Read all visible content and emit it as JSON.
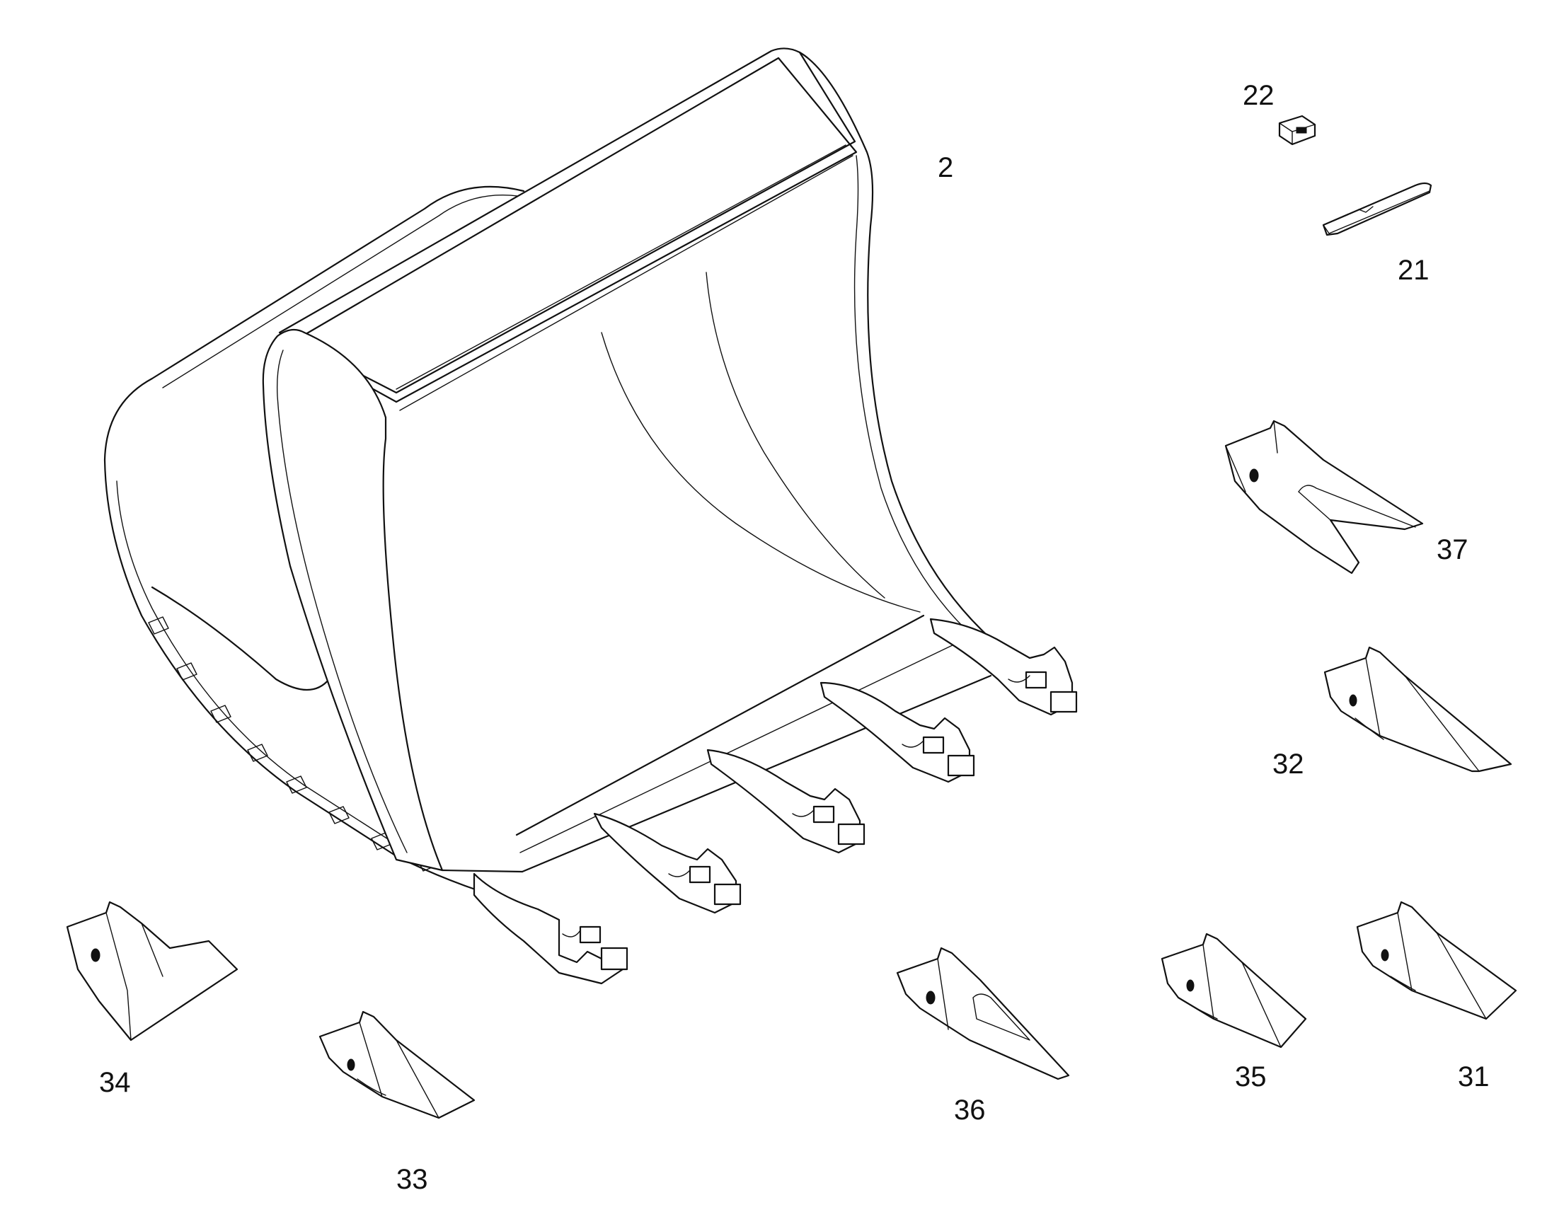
{
  "diagram": {
    "labels": {
      "bucket": "2",
      "part_21": "21",
      "part_22": "22",
      "part_31": "31",
      "part_32": "32",
      "part_33": "33",
      "part_34": "34",
      "part_35": "35",
      "part_36": "36",
      "part_37": "37"
    },
    "colors": {
      "line": "#111111",
      "background": "#ffffff"
    }
  }
}
